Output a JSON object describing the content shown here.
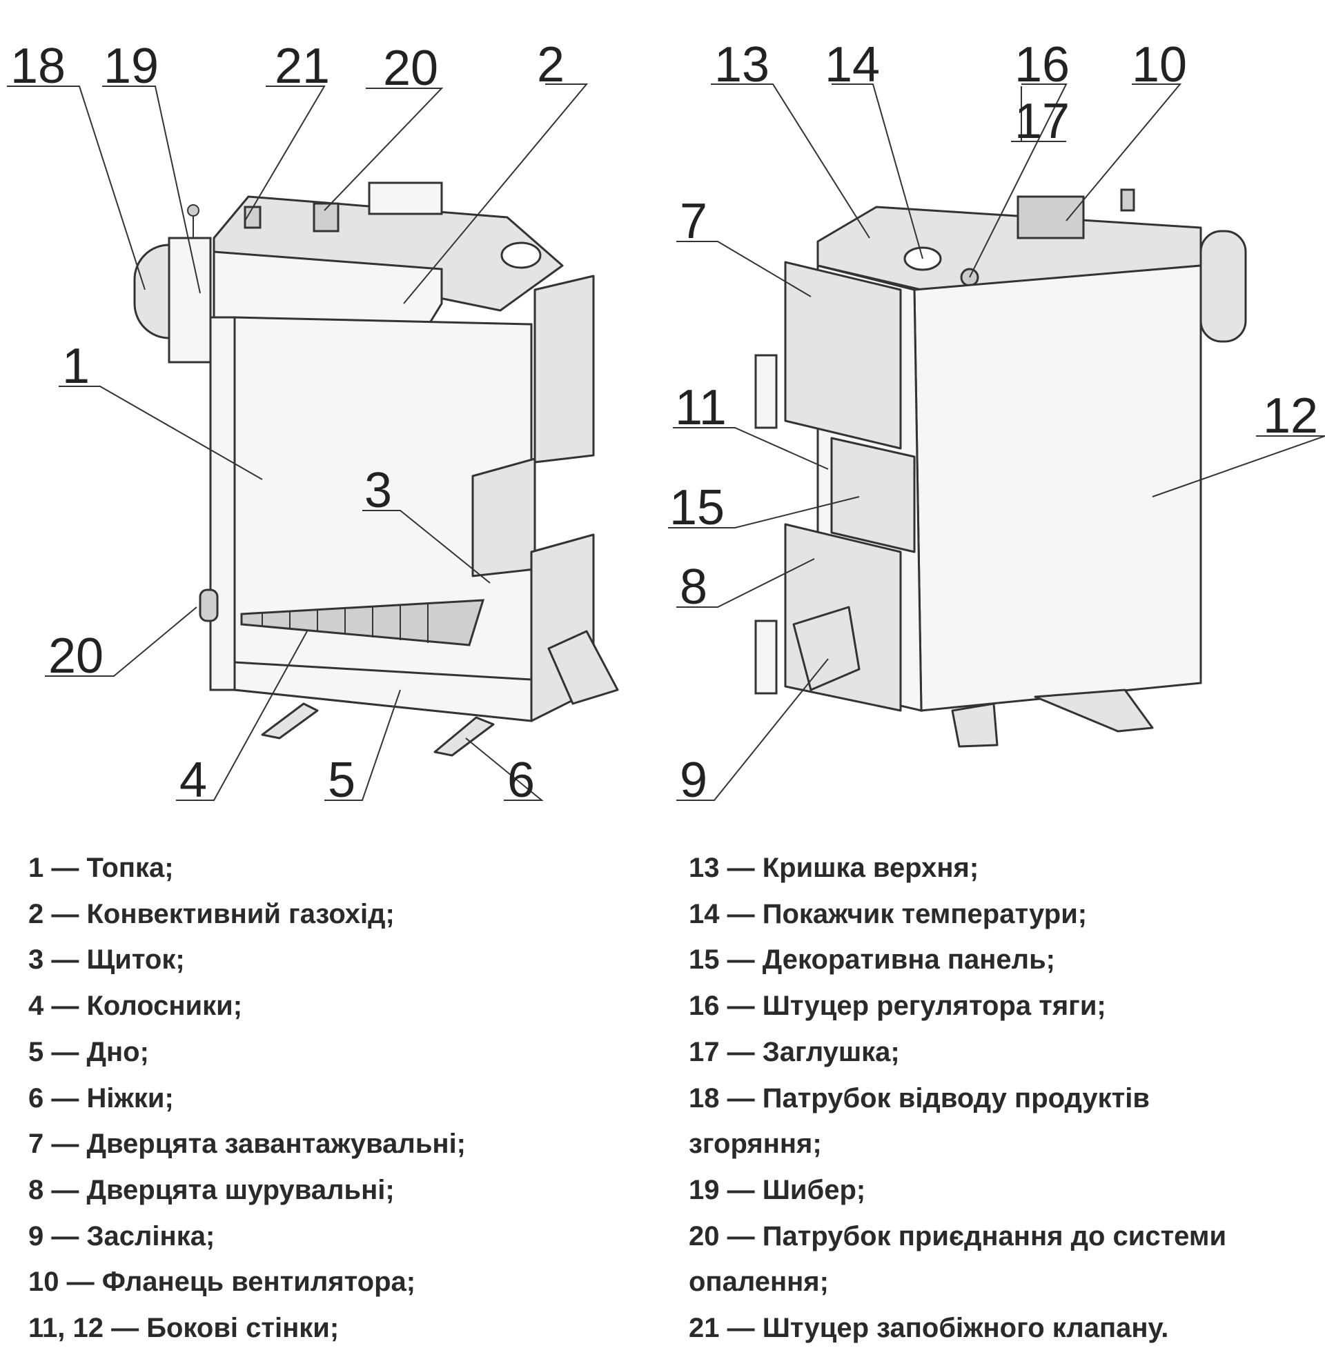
{
  "callouts": {
    "c18": "18",
    "c19": "19",
    "c21": "21",
    "c20a": "20",
    "c2": "2",
    "c13": "13",
    "c14": "14",
    "c16": "16",
    "c10": "10",
    "c17": "17",
    "c7": "7",
    "c1": "1",
    "c11": "11",
    "c12": "12",
    "c3": "3",
    "c15": "15",
    "c8": "8",
    "c20b": "20",
    "c4": "4",
    "c5": "5",
    "c6": "6",
    "c9": "9"
  },
  "legend_left": [
    "1 — Топка;",
    "2 — Конвективний газохід;",
    "3 — Щиток;",
    "4 — Колосники;",
    "5 — Дно;",
    "6 — Ніжки;",
    "7 —  Дверцята завантажувальні;",
    "8 —  Дверцята шурувальні;",
    "9 — Заслінка;",
    "10 — Фланець вентилятора;",
    "11, 12 — Бокові стінки;"
  ],
  "legend_right": [
    "13 — Кришка верхня;",
    "14 — Покажчик температури;",
    "15 — Декоративна панель;",
    "16 — Штуцер регулятора тяги;",
    "17 — Заглушка;",
    "18 —  Патрубок відводу продуктів",
    "згоряння;",
    "19 — Шибер;",
    "20 — Патрубок приєднання до системи",
    "опалення;",
    "21 — Штуцер запобіжного клапану."
  ]
}
